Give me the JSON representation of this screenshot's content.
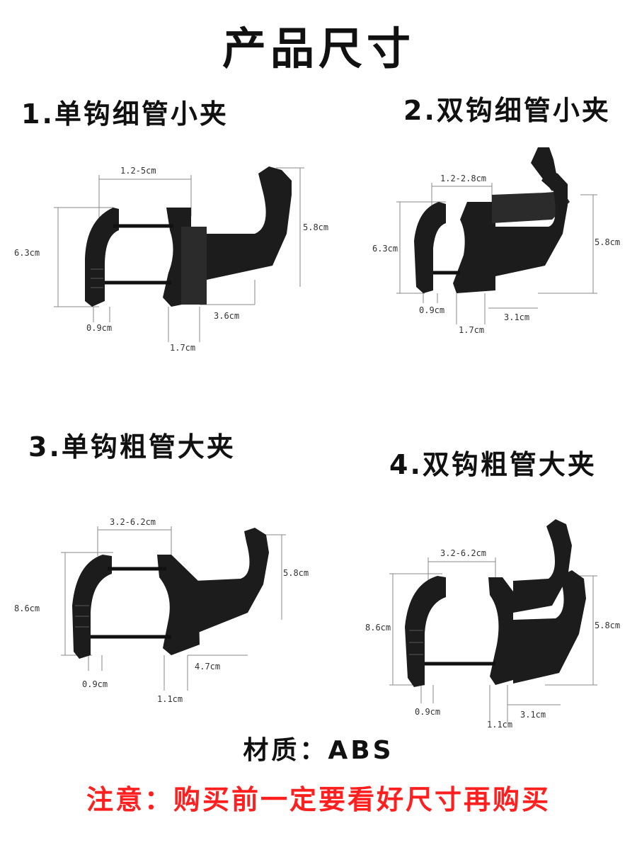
{
  "page": {
    "title": "产品尺寸",
    "material": "材质：ABS",
    "notice": "注意：购买前一定要看好尺寸再购买"
  },
  "sections": [
    {
      "title": "1.单钩细管小夹",
      "dims": {
        "width": "1.2-5cm",
        "height": "6.3cm",
        "hook_height": "5.8cm",
        "hook_reach": "3.6cm",
        "wall": "0.9cm",
        "block": "1.7cm"
      }
    },
    {
      "title": "2.双钩细管小夹",
      "dims": {
        "width": "1.2-2.8cm",
        "height": "6.3cm",
        "hook_height": "5.8cm",
        "hook_reach": "3.1cm",
        "wall": "0.9cm",
        "block": "1.7cm"
      }
    },
    {
      "title": "3.单钩粗管大夹",
      "dims": {
        "width": "3.2-6.2cm",
        "height": "8.6cm",
        "hook_height": "5.8cm",
        "hook_reach": "4.7cm",
        "wall": "0.9cm",
        "block": "1.1cm"
      }
    },
    {
      "title": "4.双钩粗管大夹",
      "dims": {
        "width": "3.2-6.2cm",
        "height": "8.6cm",
        "hook_height": "5.8cm",
        "hook_reach": "3.1cm",
        "wall": "0.9cm",
        "block": "1.1cm"
      }
    }
  ]
}
